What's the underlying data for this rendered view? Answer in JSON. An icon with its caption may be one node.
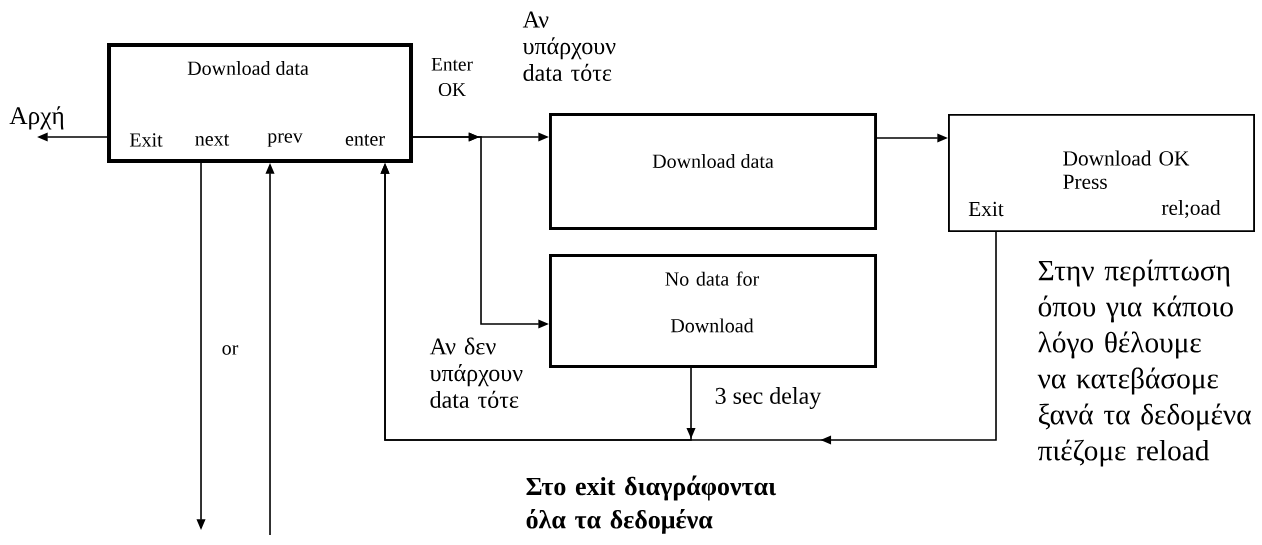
{
  "diagram": {
    "nodes": [
      {
        "text": [
          "Download data",
          "Exit",
          "next",
          "prev",
          "enter"
        ]
      },
      {
        "text": [
          "Download data"
        ]
      },
      {
        "text": [
          "Download OK Press",
          "Exit",
          "rel;oad"
        ]
      },
      {
        "text": [
          "No data for Download"
        ]
      },
      {
        "text": [
          "Αρχή"
        ]
      }
    ],
    "edges": [
      {
        "from": 0,
        "to": 4,
        "arrow": "to"
      },
      {
        "from": 0,
        "to": 1,
        "arrow": "to",
        "label": "Αν υπάρχουν data τότε"
      },
      {
        "from": 0,
        "to": 3,
        "arrow": "to",
        "label": "Αν δεν υπάρχουν data τότε"
      },
      {
        "from": 1,
        "to": 2,
        "arrow": "to"
      },
      {
        "from": 3,
        "to": 0,
        "arrow": "to",
        "label": "3 sec delay"
      },
      {
        "from": 2,
        "to": 0,
        "arrow": "to"
      },
      {
        "from": 0,
        "to": null,
        "arrow": "to"
      },
      {
        "from": null,
        "to": 0,
        "arrow": "to"
      }
    ],
    "labels": [
      "Enter OK",
      "or",
      "Στο exit διαγράφονται όλα τα δεδομένα",
      "Στην περίπτωση όπου για κάποιο λόγο θέλουμε να κατεβάσομε ξανά τα δεδομένα πιέζομε reload"
    ]
  }
}
